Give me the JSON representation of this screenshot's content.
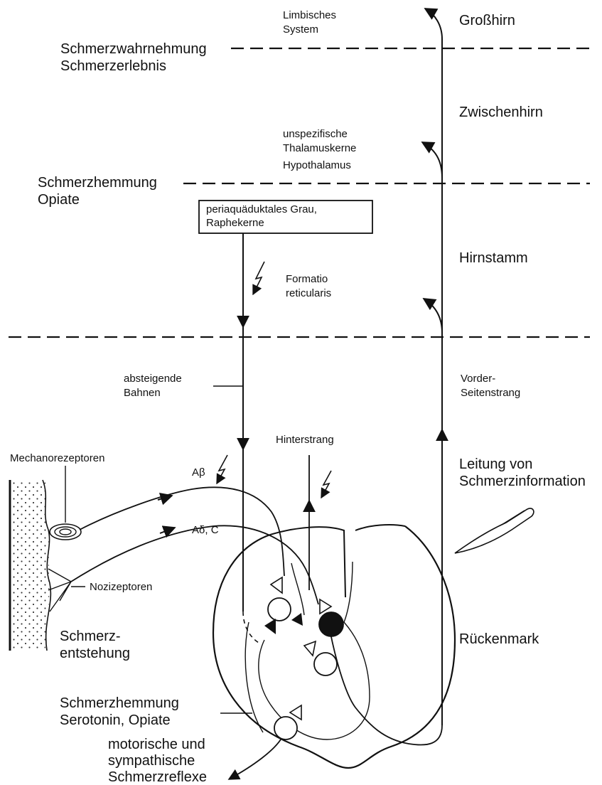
{
  "labels": {
    "limbisches": "Limbisches",
    "system": "System",
    "grosshirn": "Großhirn",
    "schmerzwahrnehmung": "Schmerzwahrnehmung",
    "schmerzerlebnis": "Schmerzerlebnis",
    "zwischenhirn": "Zwischenhirn",
    "unspezifische": "unspezifische",
    "thalamuskerne": "Thalamuskerne",
    "hypothalamus": "Hypothalamus",
    "schmerzhemmung": "Schmerzhemmung",
    "opiate": "Opiate",
    "box_line1": "periaquäduktales Grau,",
    "box_line2": "Raphekerne",
    "hirnstamm": "Hirnstamm",
    "formatio": "Formatio",
    "reticularis": "reticularis",
    "absteigende": "absteigende",
    "bahnen": "Bahnen",
    "vorder": "Vorder-",
    "seitenstrang": "Seitenstrang",
    "hinterstrang": "Hinterstrang",
    "mechanorezeptoren": "Mechanorezeptoren",
    "a_beta": "Aβ",
    "a_delta_c": "Aδ, C",
    "leitung": "Leitung von",
    "schmerzinformation": "Schmerzinformation",
    "nozizeptoren": "Nozizeptoren",
    "schmerz_entstehung_1": "Schmerz-",
    "schmerz_entstehung_2": "entstehung",
    "rueckenmark": "Rückenmark",
    "schmerzhemmung2": "Schmerzhemmung",
    "serotonin_opiate": "Serotonin, Opiate",
    "motorische": "motorische und",
    "sympathische": "sympathische",
    "schmerzreflexe": "Schmerzreflexe"
  },
  "colors": {
    "ink": "#111111",
    "background": "#ffffff"
  }
}
